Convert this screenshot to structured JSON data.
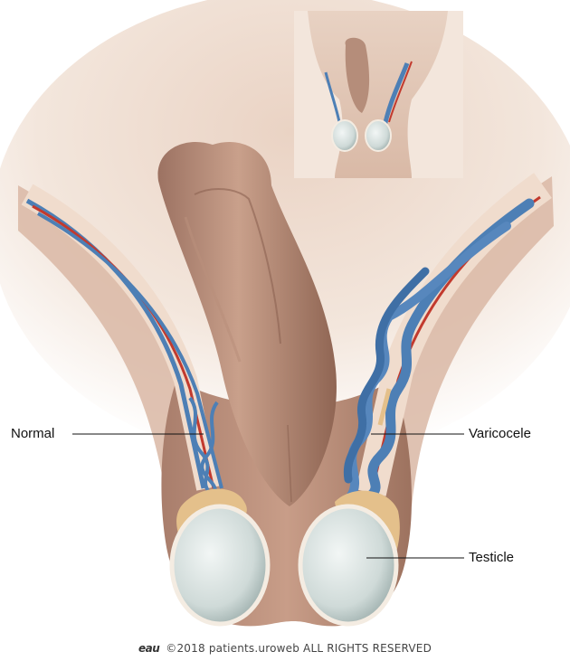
{
  "labels": {
    "normal": "Normal",
    "varicocele": "Varicocele",
    "testicle": "Testicle"
  },
  "footer": {
    "logo": "eau",
    "copyright": "©2018 patients.uroweb ALL RIGHTS RESERVED"
  },
  "colors": {
    "skin": "#c89d88",
    "skin_shadow": "#a97e6c",
    "vein": "#4d7fb5",
    "artery": "#c23a2e",
    "testicle": "#d7e1df",
    "epididymis": "#e4c08b",
    "background_glow": "#f3e6dc"
  }
}
